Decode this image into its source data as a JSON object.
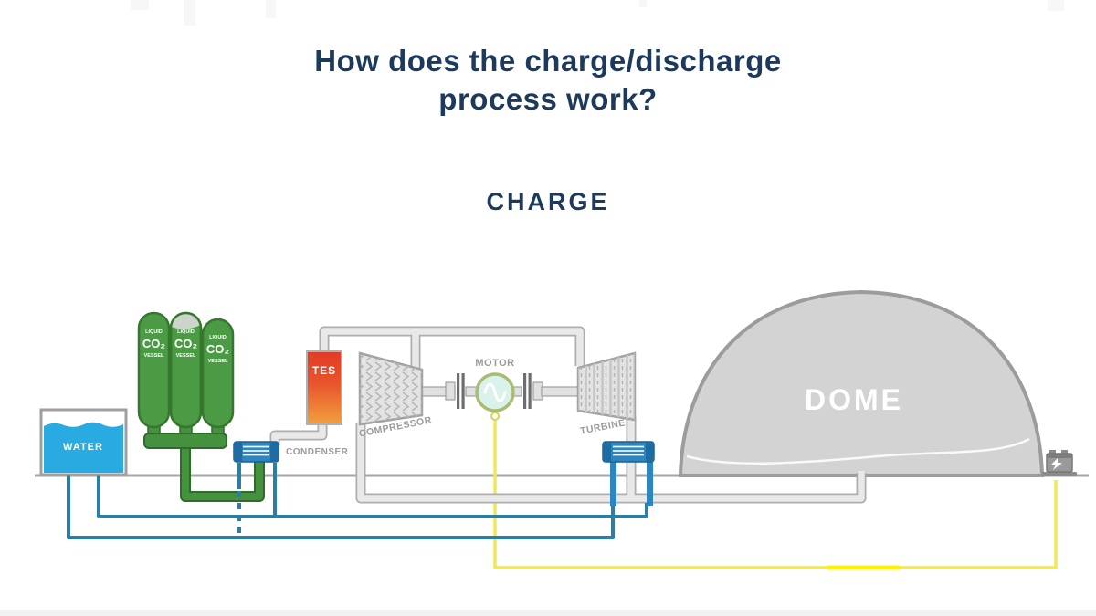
{
  "page": {
    "title_line1": "How does the charge/discharge",
    "title_line2": "process work?",
    "stage_label": "CHARGE",
    "title_color": "#1d3a5c"
  },
  "diagram": {
    "water_tank": {
      "label": "WATER"
    },
    "co2_vessels": {
      "items": [
        {
          "line1": "LIQUID",
          "line2": "CO₂",
          "line3": "VESSEL"
        },
        {
          "line1": "LIQUID",
          "line2": "CO₂",
          "line3": "VESSEL"
        },
        {
          "line1": "LIQUID",
          "line2": "CO₂",
          "line3": "VESSEL"
        }
      ]
    },
    "tes": {
      "label": "TES"
    },
    "condenser": {
      "label": "CONDENSER"
    },
    "compressor": {
      "label": "COMPRESSOR"
    },
    "motor": {
      "label": "MOTOR"
    },
    "turbine": {
      "label": "TURBINE"
    },
    "dome": {
      "label": "DOME"
    },
    "icons": {
      "battery": "battery-grid-icon",
      "motor_symbol": "ac-sine-icon"
    },
    "colors": {
      "navy": "#1d3a5c",
      "vessel_green": "#4a9b44",
      "pipe_green": "#44923e",
      "pipe_green_dark": "#2f6b2d",
      "water_blue": "#29abe2",
      "tes_top": "#e23a25",
      "tes_mid": "#e8552c",
      "tes_bottom": "#f2a03e",
      "hx_blue": "#2e86c1",
      "hx_blue_dark": "#1d6ba3",
      "pipe_teal": "#2b7fa5",
      "wire_yellow": "#efe75e",
      "wire_yellow_bright": "#fff200",
      "dome_gray": "#d3d3d3",
      "motor_ring": "#a9bd72",
      "motor_fill": "#daf2ec",
      "label_gray": "#9b9b9b"
    }
  }
}
